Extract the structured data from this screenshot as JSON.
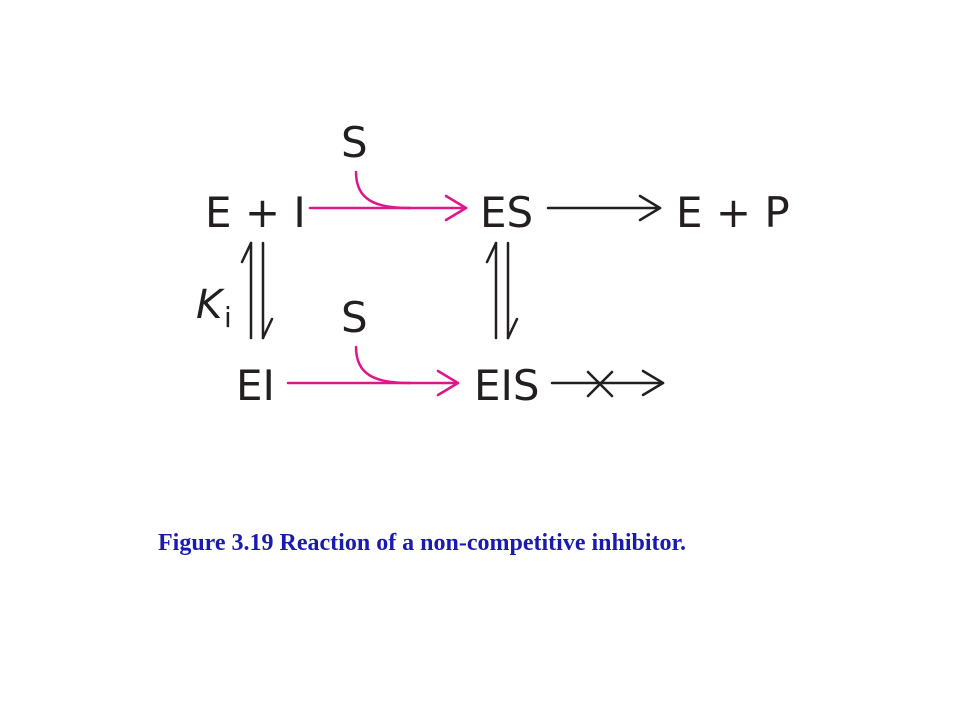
{
  "diagram": {
    "colors": {
      "ink": "#231f20",
      "substrate_arrow": "#e0148c",
      "caption": "#1a1ab0"
    },
    "nodes": {
      "e_plus_i": "E + I",
      "es": "ES",
      "e_plus_p": "E + P",
      "ei": "EI",
      "eis": "EIS"
    },
    "substrate_labels": {
      "top": "S",
      "bottom": "S"
    },
    "equilibrium_constant": {
      "symbol": "K",
      "subscript": "i"
    }
  },
  "caption": {
    "text": "Figure 3.19  Reaction of a non-competitive inhibitor."
  }
}
